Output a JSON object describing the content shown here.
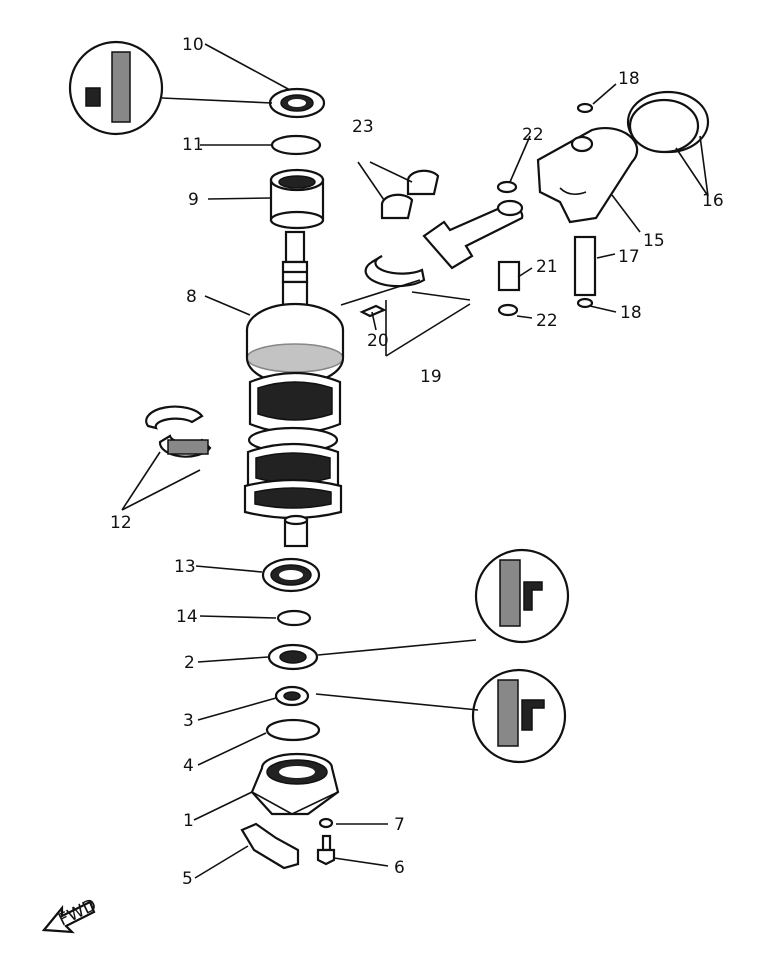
{
  "diagram": {
    "fwd_text": "FWD",
    "callouts": [
      {
        "id": "c1",
        "text": "1"
      },
      {
        "id": "c2",
        "text": "2"
      },
      {
        "id": "c3",
        "text": "3"
      },
      {
        "id": "c4",
        "text": "4"
      },
      {
        "id": "c5",
        "text": "5"
      },
      {
        "id": "c6",
        "text": "6"
      },
      {
        "id": "c7",
        "text": "7"
      },
      {
        "id": "c8",
        "text": "8"
      },
      {
        "id": "c9",
        "text": "9"
      },
      {
        "id": "c10",
        "text": "10"
      },
      {
        "id": "c11",
        "text": "11"
      },
      {
        "id": "c12",
        "text": "12"
      },
      {
        "id": "c13",
        "text": "13"
      },
      {
        "id": "c14",
        "text": "14"
      },
      {
        "id": "c15",
        "text": "15"
      },
      {
        "id": "c16",
        "text": "16"
      },
      {
        "id": "c17",
        "text": "17"
      },
      {
        "id": "c18a",
        "text": "18"
      },
      {
        "id": "c18b",
        "text": "18"
      },
      {
        "id": "c19",
        "text": "19"
      },
      {
        "id": "c20",
        "text": "20"
      },
      {
        "id": "c21",
        "text": "21"
      },
      {
        "id": "c22a",
        "text": "22"
      },
      {
        "id": "c22b",
        "text": "22"
      },
      {
        "id": "c23",
        "text": "23"
      }
    ]
  }
}
